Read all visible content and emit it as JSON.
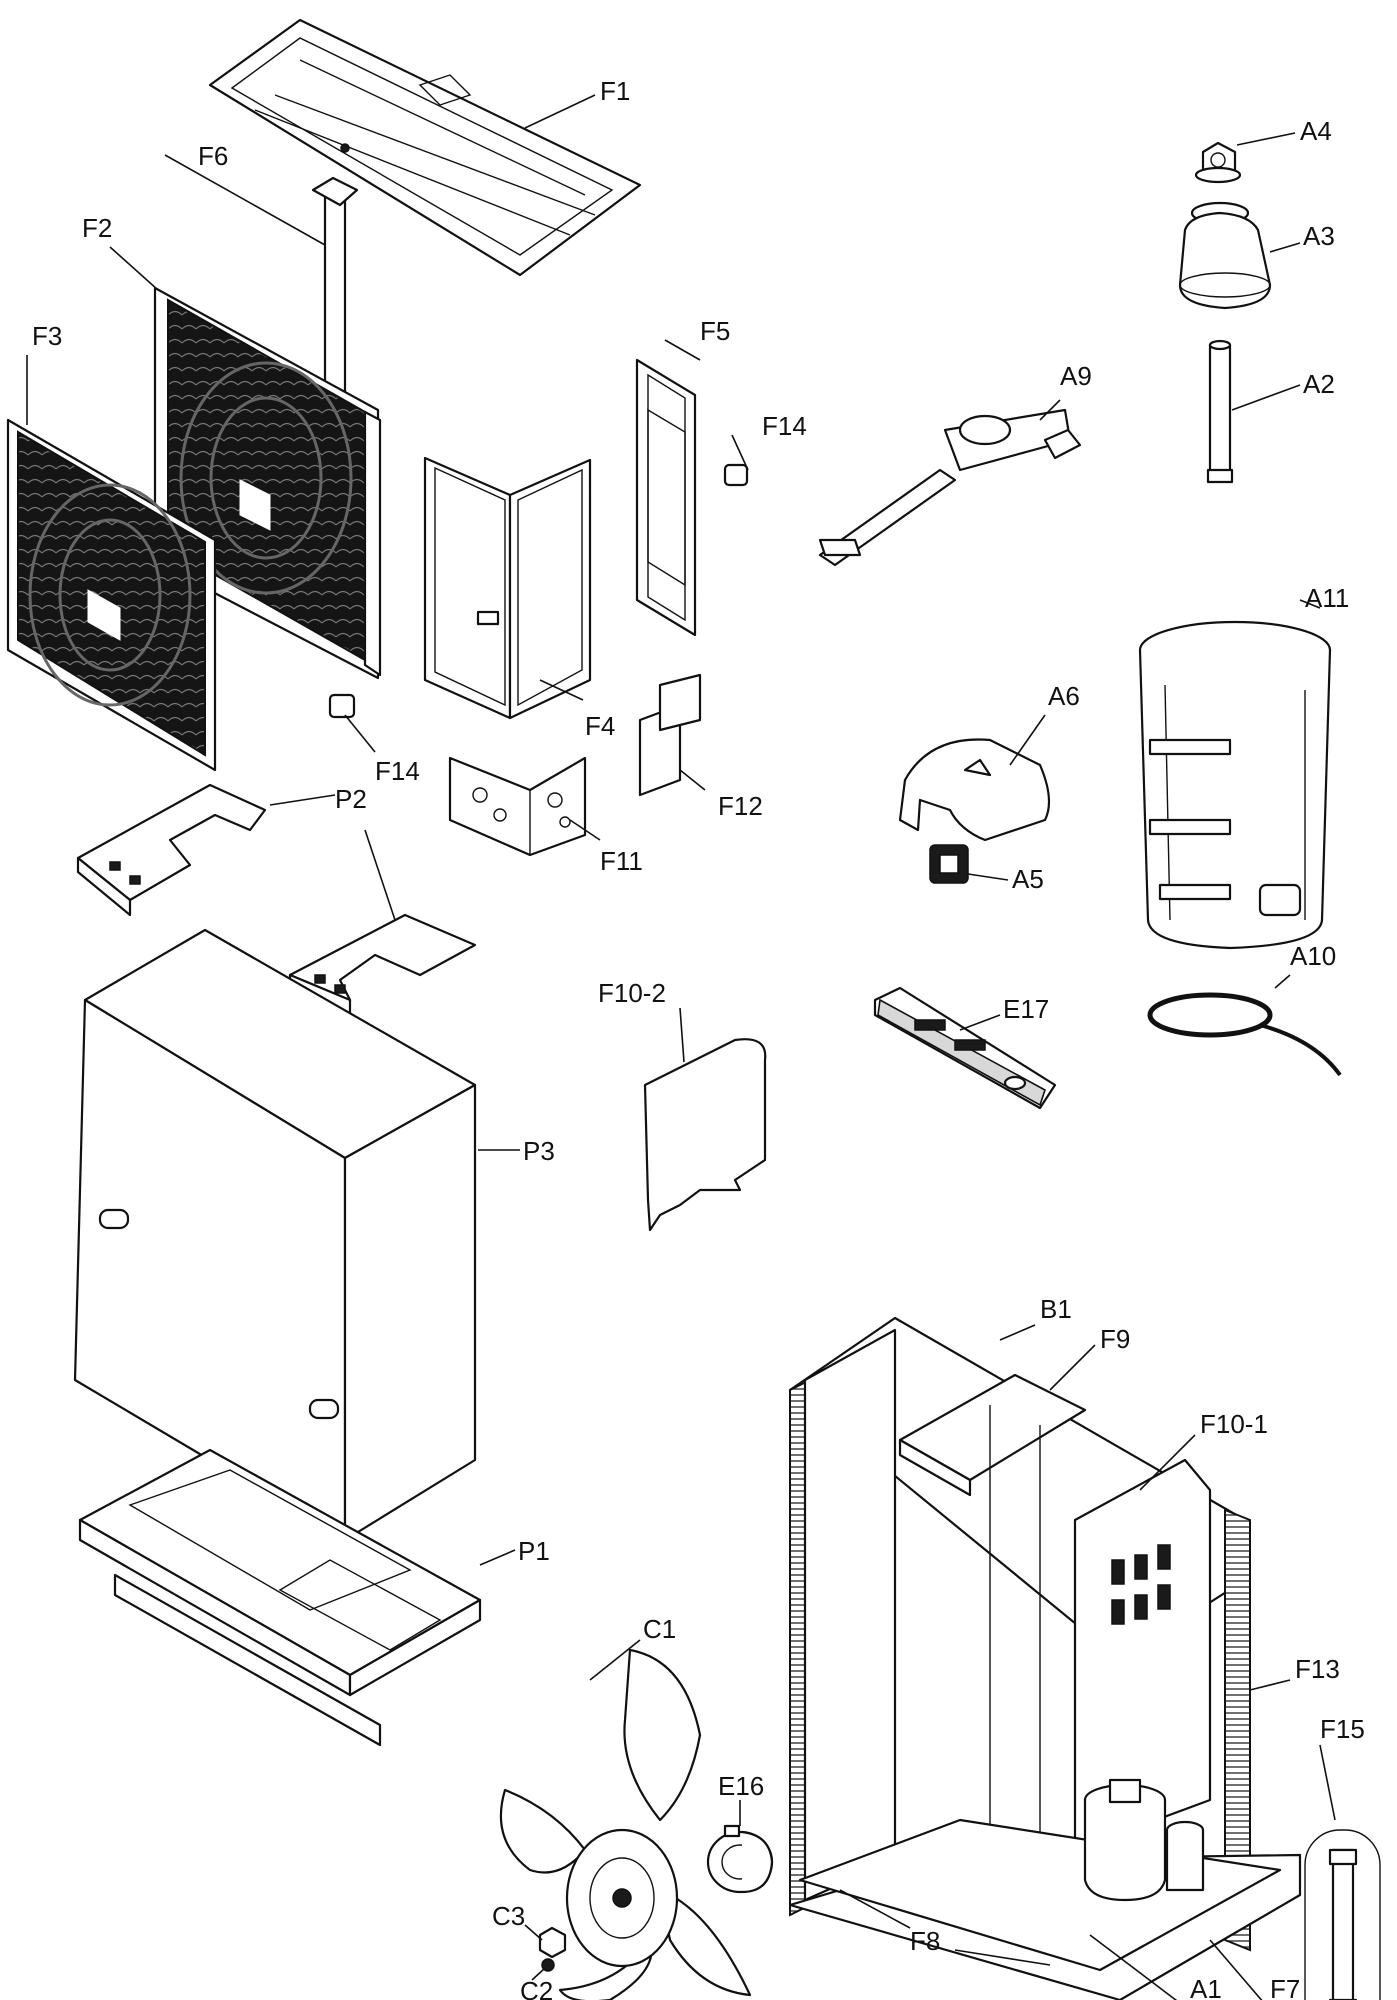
{
  "labels": {
    "F1": "F1",
    "F6": "F6",
    "F2": "F2",
    "F3": "F3",
    "F5": "F5",
    "F14a": "F14",
    "F14b": "F14",
    "F4": "F4",
    "F12": "F12",
    "F11": "F11",
    "P2": "P2",
    "P3": "P3",
    "P1": "P1",
    "A4": "A4",
    "A3": "A3",
    "A2": "A2",
    "A9": "A9",
    "A11": "A11",
    "A6": "A6",
    "A5": "A5",
    "A10": "A10",
    "E17": "E17",
    "F10_2": "F10-2",
    "B1": "B1",
    "F9": "F9",
    "F10_1": "F10-1",
    "F13": "F13",
    "F15": "F15",
    "C1": "C1",
    "E16": "E16",
    "C3": "C3",
    "C2": "C2",
    "F8": "F8",
    "A1": "A1",
    "F7": "F7"
  }
}
